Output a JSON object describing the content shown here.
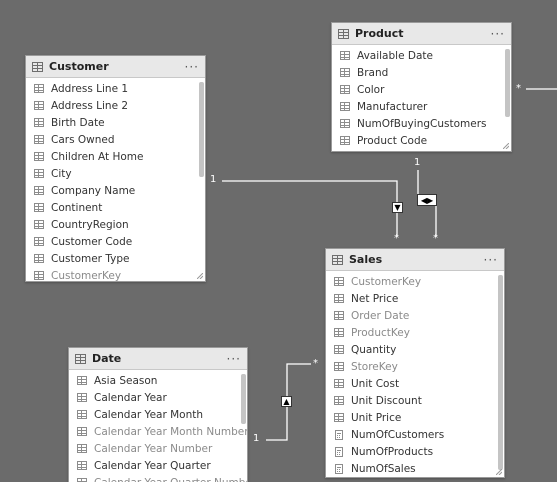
{
  "tables": {
    "customer": {
      "title": "Customer",
      "fields": [
        {
          "label": "Address Line 1",
          "hidden": false,
          "kind": "column"
        },
        {
          "label": "Address Line 2",
          "hidden": false,
          "kind": "column"
        },
        {
          "label": "Birth Date",
          "hidden": false,
          "kind": "column"
        },
        {
          "label": "Cars Owned",
          "hidden": false,
          "kind": "column"
        },
        {
          "label": "Children At Home",
          "hidden": false,
          "kind": "column"
        },
        {
          "label": "City",
          "hidden": false,
          "kind": "column"
        },
        {
          "label": "Company Name",
          "hidden": false,
          "kind": "column"
        },
        {
          "label": "Continent",
          "hidden": false,
          "kind": "column"
        },
        {
          "label": "CountryRegion",
          "hidden": false,
          "kind": "column"
        },
        {
          "label": "Customer Code",
          "hidden": false,
          "kind": "column"
        },
        {
          "label": "Customer Type",
          "hidden": false,
          "kind": "column"
        },
        {
          "label": "CustomerKey",
          "hidden": true,
          "kind": "column"
        }
      ]
    },
    "product": {
      "title": "Product",
      "fields": [
        {
          "label": "Available Date",
          "hidden": false,
          "kind": "column"
        },
        {
          "label": "Brand",
          "hidden": false,
          "kind": "column"
        },
        {
          "label": "Color",
          "hidden": false,
          "kind": "column"
        },
        {
          "label": "Manufacturer",
          "hidden": false,
          "kind": "column"
        },
        {
          "label": "NumOfBuyingCustomers",
          "hidden": false,
          "kind": "column"
        },
        {
          "label": "Product Code",
          "hidden": false,
          "kind": "column"
        }
      ]
    },
    "sales": {
      "title": "Sales",
      "fields": [
        {
          "label": "CustomerKey",
          "hidden": true,
          "kind": "column"
        },
        {
          "label": "Net Price",
          "hidden": false,
          "kind": "column"
        },
        {
          "label": "Order Date",
          "hidden": true,
          "kind": "column"
        },
        {
          "label": "ProductKey",
          "hidden": true,
          "kind": "column"
        },
        {
          "label": "Quantity",
          "hidden": false,
          "kind": "column"
        },
        {
          "label": "StoreKey",
          "hidden": true,
          "kind": "column"
        },
        {
          "label": "Unit Cost",
          "hidden": false,
          "kind": "column"
        },
        {
          "label": "Unit Discount",
          "hidden": false,
          "kind": "column"
        },
        {
          "label": "Unit Price",
          "hidden": false,
          "kind": "column"
        },
        {
          "label": "NumOfCustomers",
          "hidden": false,
          "kind": "measure"
        },
        {
          "label": "NumOfProducts",
          "hidden": false,
          "kind": "measure"
        },
        {
          "label": "NumOfSales",
          "hidden": false,
          "kind": "measure"
        }
      ]
    },
    "date": {
      "title": "Date",
      "fields": [
        {
          "label": "Asia Season",
          "hidden": false,
          "kind": "column"
        },
        {
          "label": "Calendar Year",
          "hidden": false,
          "kind": "column"
        },
        {
          "label": "Calendar Year Month",
          "hidden": false,
          "kind": "column"
        },
        {
          "label": "Calendar Year Month Number",
          "hidden": true,
          "kind": "column"
        },
        {
          "label": "Calendar Year Number",
          "hidden": true,
          "kind": "column"
        },
        {
          "label": "Calendar Year Quarter",
          "hidden": false,
          "kind": "column"
        },
        {
          "label": "Calendar Year Quarter Number",
          "hidden": true,
          "kind": "column"
        }
      ]
    }
  },
  "menu_glyph": "···",
  "relationships": {
    "customer_sales": {
      "one": "1",
      "many": "*",
      "filter_glyph": "▼"
    },
    "product_sales": {
      "one": "1",
      "many": "*",
      "filter_glyph": "◀▶"
    },
    "date_sales": {
      "one": "1",
      "many": "*",
      "filter_glyph": "▲"
    },
    "product_offscreen": {
      "many": "*"
    }
  },
  "colors": {
    "canvas": "#6b6b6b",
    "header": "#e8e8e8",
    "line": "#ffffff"
  }
}
